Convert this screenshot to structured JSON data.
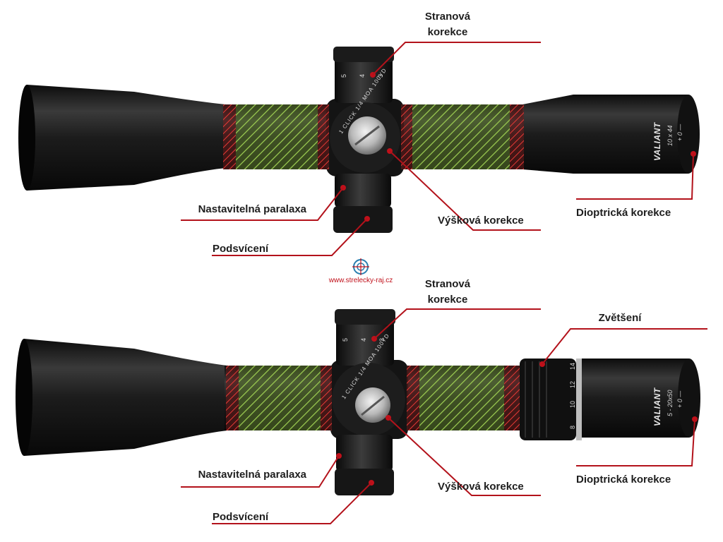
{
  "colors": {
    "leader": "#b3121b",
    "zone_green": "#7cb342",
    "zone_red": "#d32f2f",
    "body": "#1a1a1a",
    "watermark": "#c0101a"
  },
  "watermark": {
    "text": "www.strelecky-raj.cz",
    "icon": "crosshair-target-icon"
  },
  "top": {
    "brand": "VALIANT",
    "model": "10 x 44",
    "diopter_marks": "+ 0 —",
    "turret_caption": "1 CLICK 1/4 MOA 100YD",
    "labels": {
      "windage_l1": "Stranová",
      "windage_l2": "korekce",
      "parallax": "Nastavitelná paralaxa",
      "illumination": "Podsvícení",
      "elevation": "Výšková korekce",
      "diopter": "Dioptrická korekce"
    }
  },
  "bottom": {
    "brand": "VALIANT",
    "model": "5 - 20x50",
    "diopter_marks": "+ 0 —",
    "turret_caption": "1 CLICK 1/4 MOA 100YD",
    "zoom_marks": [
      "8",
      "10",
      "12",
      "14"
    ],
    "labels": {
      "windage_l1": "Stranová",
      "windage_l2": "korekce",
      "magnification": "Zvětšení",
      "parallax": "Nastavitelná paralaxa",
      "illumination": "Podsvícení",
      "elevation": "Výšková korekce",
      "diopter": "Dioptrická korekce"
    }
  }
}
